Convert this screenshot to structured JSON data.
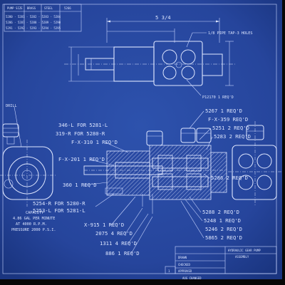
{
  "drawing": {
    "table_headers": [
      "PUMP SIZE",
      "BRASS",
      "STEEL",
      "5266"
    ],
    "table_rows": [
      "5280 · 5281 · 5282 · 5283 · 5284",
      "5286 · 5287 · 5288 · 5289 · 5290",
      "5291 · 5292 · 5293 · 5294 · 5295"
    ],
    "top_dimension": "5 3/4",
    "callouts": {
      "pipe_tap": "1/8 PIPE TAP-3 HOLES",
      "p12170": "P12170 1 REQ'D",
      "drill": "DRILL",
      "c5267": "5267 1 REQ'D",
      "cfx359": "F-X-359 REQ'D",
      "c5251": "5251 2 REQ'D",
      "c5283": "5283 2 REQ'D",
      "l346": "346-L FOR 5281-L",
      "l319": "319-R FOR 5280-R",
      "lfx310": "F-X-310 1 REQ'D",
      "lfx201": "F-X-201 1 REQ'D",
      "c360": "360 1 REQ'D",
      "c5254": "5254-R FOR 5280-R",
      "c5253": "5253-L FOR 5281-L",
      "x915": "X-915 1 REQ'D",
      "c2075": "2075 4 REQ'D",
      "c1311": "1311 4 REQ'D",
      "c886": "886 1 REQ'D",
      "c5286": "5286 2 REQ'D",
      "c5288": "5288 2 REQ'D",
      "c5248": "5248 1 REQ'D",
      "c5246": "5246 2 REQ'D",
      "c5865": "5865 2 REQ'D"
    },
    "capacity_note": [
      "CAPACITY",
      "4.86 GAL PER MINUTE",
      "AT 4000 R.P.M.",
      "PRESSURE 2000 P.S.I."
    ],
    "title_block": [
      "HYDRAULIC GEAR PUMP",
      "ASSEMBLY",
      "DRAWN",
      "CHECKED",
      "APPROVED"
    ],
    "revision_note": "AUG CHANGED"
  },
  "colors": {
    "paper": "#26459c",
    "paper_dark": "#1a3580",
    "ink": "#dfe7ff",
    "frame": "#070707"
  }
}
